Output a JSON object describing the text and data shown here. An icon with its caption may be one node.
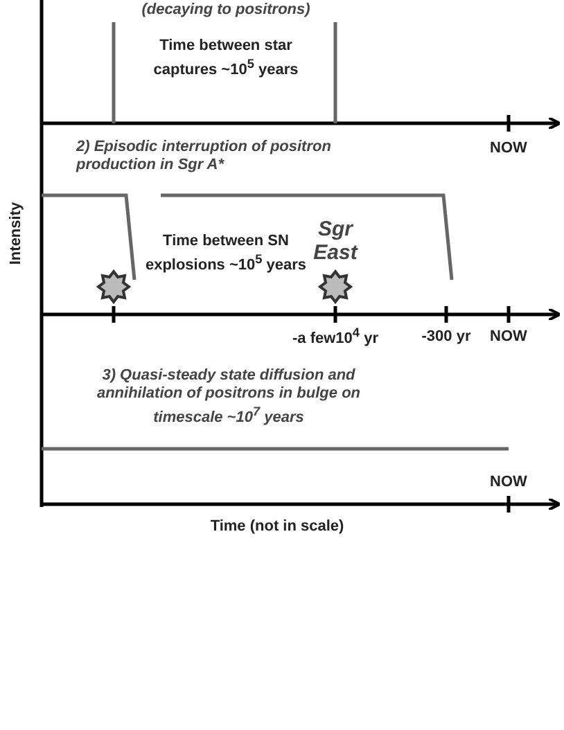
{
  "diagram": {
    "labels": [
      "(decaying to positrons)",
      "Time between star captures ~10$^{5}$ years",
      "NOW",
      "2) Episodic interruption of positron production in Sgr A*",
      "Intensity",
      "Time between SN explosions ~10$^{5}$ years",
      "Sgr East",
      "-a few10$^{4}$ yr",
      "-300 yr",
      "NOW",
      "3) Quasi-steady state diffusion and annihilation of positrons in bulge on timescale ~10$^{7}$ years",
      "NOW",
      "Time (not in scale)"
    ]
  }
}
